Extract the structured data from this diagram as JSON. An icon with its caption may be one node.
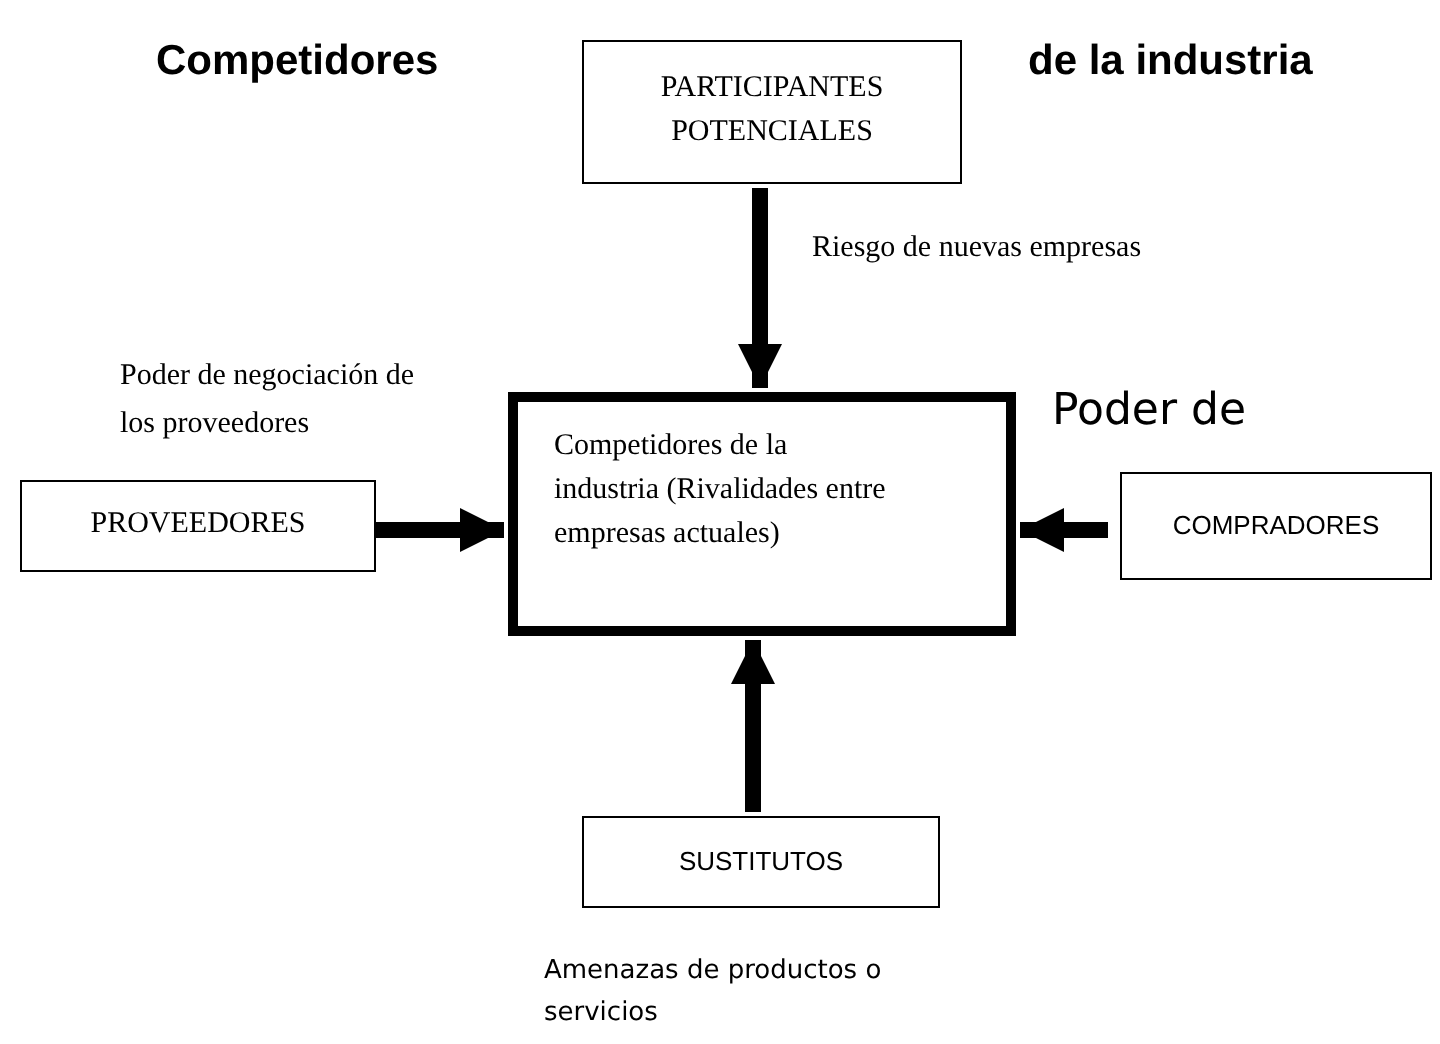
{
  "diagram": {
    "nodes": [
      {
        "text": [
          "PARTICIPANTES POTENCIALES"
        ]
      },
      {
        "text": [
          "Competidores de la industria (Rivalidades entre empresas actuales)"
        ]
      },
      {
        "text": [
          "PROVEEDORES"
        ]
      },
      {
        "text": [
          "COMPRADORES"
        ]
      },
      {
        "text": [
          "SUSTITUTOS"
        ]
      }
    ],
    "edges": [
      {
        "from": 0,
        "to": 1,
        "arrow": "to"
      },
      {
        "from": 2,
        "to": 1,
        "arrow": "to"
      },
      {
        "from": 3,
        "to": 1,
        "arrow": "to"
      },
      {
        "from": 4,
        "to": 1,
        "arrow": "to"
      }
    ],
    "labels": [
      "Competidores",
      "de la industria",
      "Riesgo de nuevas empresas",
      "Poder de negociación de los proveedores",
      "Poder de",
      "Amenazas de productos o servicios"
    ]
  }
}
